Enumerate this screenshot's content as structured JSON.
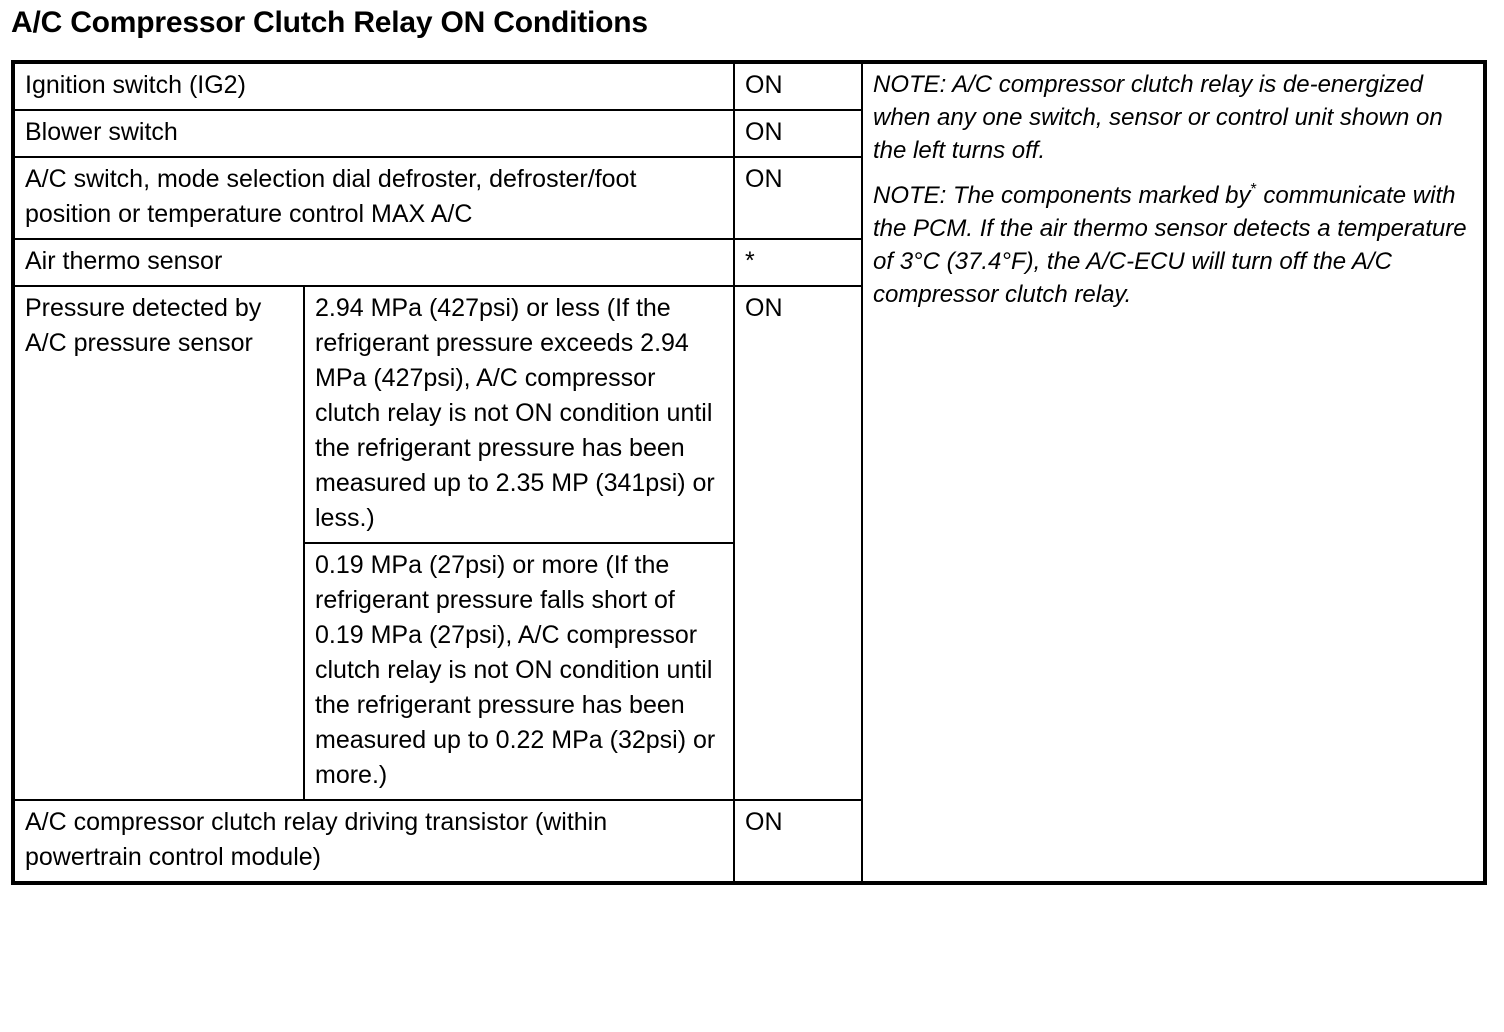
{
  "document": {
    "title": "A/C Compressor Clutch Relay ON Conditions"
  },
  "table": {
    "rows": [
      {
        "condition": "Ignition switch (IG2)",
        "detail": null,
        "state": "ON"
      },
      {
        "condition": "Blower switch",
        "detail": null,
        "state": "ON"
      },
      {
        "condition": "A/C switch, mode selection dial defroster, defroster/foot position or temperature control MAX A/C",
        "detail": null,
        "state": "ON"
      },
      {
        "condition": "Air thermo sensor",
        "detail": null,
        "state": "*"
      },
      {
        "condition": "Pressure detected by A/C pressure sensor",
        "detail_1": "2.94 MPa (427psi) or less (If the refrigerant pressure exceeds 2.94 MPa (427psi), A/C compressor clutch relay is not ON condition until the refrigerant pressure has been measured up to 2.35 MP (341psi) or less.)",
        "detail_2": "0.19 MPa (27psi) or more (If the refrigerant pressure falls short of 0.19 MPa (27psi), A/C compressor clutch relay is not ON condition until the refrigerant pressure has been measured up to 0.22 MPa (32psi) or more.)",
        "state": "ON"
      },
      {
        "condition": "A/C compressor clutch relay driving transistor (within powertrain control module)",
        "detail": null,
        "state": "ON"
      }
    ]
  },
  "notes": {
    "note_1": "NOTE: A/C compressor clutch relay is de-energized when any one switch, sensor or control unit shown on the left turns off.",
    "note_2_before_star": "NOTE:  The components marked by",
    "note_2_star": "*",
    "note_2_after_star": "communicate with the PCM. If the air thermo sensor detects a temperature of 3°C (37.4°F), the A/C-ECU will turn off the A/C compressor clutch relay."
  },
  "colors": {
    "text": "#000000",
    "background": "#ffffff",
    "border": "#000000"
  }
}
